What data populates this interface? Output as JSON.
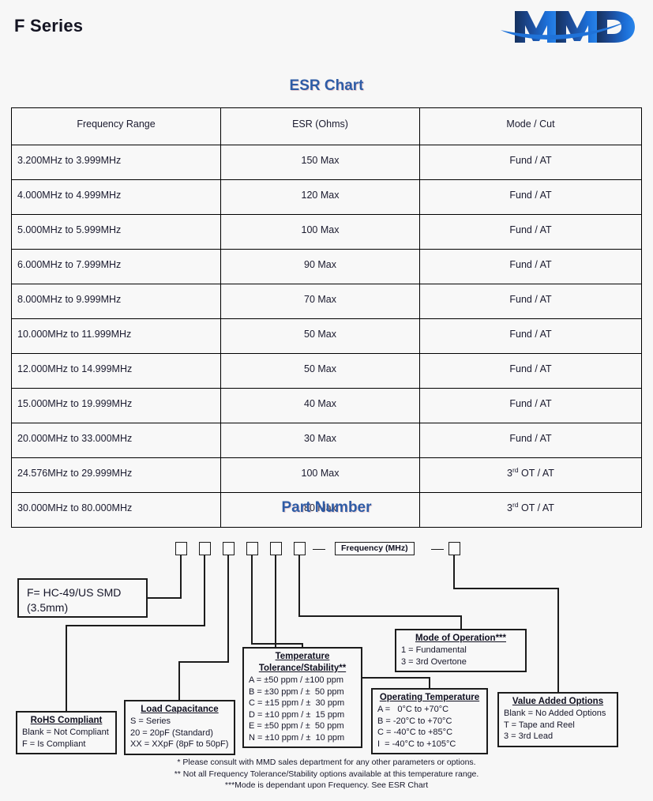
{
  "header": {
    "series_title": "F Series",
    "logo_text": "MMD",
    "logo_name": "mmd-logo"
  },
  "esr_section": {
    "title": "ESR Chart",
    "columns": [
      "Frequency Range",
      "ESR (Ohms)",
      "Mode / Cut"
    ],
    "rows": [
      {
        "range": "3.200MHz to 3.999MHz",
        "esr": "150 Max",
        "mode": "Fund / AT",
        "mode_sup": ""
      },
      {
        "range": "4.000MHz to 4.999MHz",
        "esr": "120 Max",
        "mode": "Fund / AT",
        "mode_sup": ""
      },
      {
        "range": "5.000MHz to 5.999MHz",
        "esr": "100 Max",
        "mode": "Fund / AT",
        "mode_sup": ""
      },
      {
        "range": "6.000MHz to 7.999MHz",
        "esr": "90 Max",
        "mode": "Fund / AT",
        "mode_sup": ""
      },
      {
        "range": "8.000MHz to 9.999MHz",
        "esr": "70 Max",
        "mode": "Fund / AT",
        "mode_sup": ""
      },
      {
        "range": "10.000MHz to 11.999MHz",
        "esr": "50 Max",
        "mode": "Fund / AT",
        "mode_sup": ""
      },
      {
        "range": "12.000MHz to 14.999MHz",
        "esr": "50 Max",
        "mode": "Fund / AT",
        "mode_sup": ""
      },
      {
        "range": "15.000MHz to 19.999MHz",
        "esr": "40 Max",
        "mode": "Fund / AT",
        "mode_sup": ""
      },
      {
        "range": "20.000MHz to 33.000MHz",
        "esr": "30 Max",
        "mode": "Fund / AT",
        "mode_sup": ""
      },
      {
        "range": "24.576MHz to 29.999MHz",
        "esr": "100 Max",
        "mode_prefix": "3",
        "mode_sup": "rd",
        "mode_suffix": " OT / AT"
      },
      {
        "range": "30.000MHz to 80.000MHz",
        "esr": "80 Max",
        "mode_prefix": "3",
        "mode_sup": "rd",
        "mode_suffix": " OT / AT"
      }
    ]
  },
  "part_number": {
    "title": "Part Number",
    "slot_count": 7,
    "frequency_label": "Frequency (MHz)",
    "dash": "—",
    "callouts": {
      "package": {
        "name": "package-callout",
        "lines": [
          "F= HC-49/US SMD",
          "(3.5mm)"
        ]
      },
      "rohs": {
        "name": "rohs-callout",
        "title": "RoHS Compliant",
        "lines": [
          "Blank = Not Compliant",
          "F = Is Compliant"
        ]
      },
      "load_capacitance": {
        "name": "load-capacitance-callout",
        "title": "Load Capacitance",
        "lines": [
          "S = Series",
          "20 = 20pF (Standard)",
          "XX = XXpF (8pF to 50pF)"
        ]
      },
      "temperature": {
        "name": "temperature-tolerance-callout",
        "title_line1": "Temperature",
        "title_line2": "Tolerance/Stability**",
        "lines": [
          "A = ±50 ppm / ±100 ppm",
          "B = ±30 ppm / ±  50 ppm",
          "C = ±15 ppm / ±  30 ppm",
          "D = ±10 ppm / ±  15 ppm",
          "E = ±50 ppm / ±  50 ppm",
          "N = ±10 ppm / ±  10 ppm"
        ]
      },
      "operating_temperature": {
        "name": "operating-temperature-callout",
        "title": "Operating Temperature",
        "lines": [
          "A =   0°C to +70°C",
          "B = -20°C to +70°C",
          "C = -40°C to +85°C",
          "I  = -40°C to +105°C"
        ]
      },
      "mode_of_operation": {
        "name": "mode-of-operation-callout",
        "title": "Mode of Operation***",
        "lines": [
          "1 = Fundamental",
          "3 = 3rd Overtone"
        ]
      },
      "value_added": {
        "name": "value-added-options-callout",
        "title": "Value Added Options",
        "lines": [
          "Blank = No Added Options",
          "T = Tape and Reel",
          "3 = 3rd Lead"
        ]
      }
    }
  },
  "footnotes": [
    "* Please consult with MMD sales department for any other parameters or options.",
    "** Not all Frequency Tolerance/Stability options available at this temperature range.",
    "***Mode is dependant upon Frequency. See ESR Chart"
  ],
  "colors": {
    "heading_blue": "#2e5ca6",
    "logo_dark": "#1b3a6b",
    "logo_bright": "#1d6fd6",
    "page_bg": "#f7f7f7",
    "rule": "#000000"
  }
}
